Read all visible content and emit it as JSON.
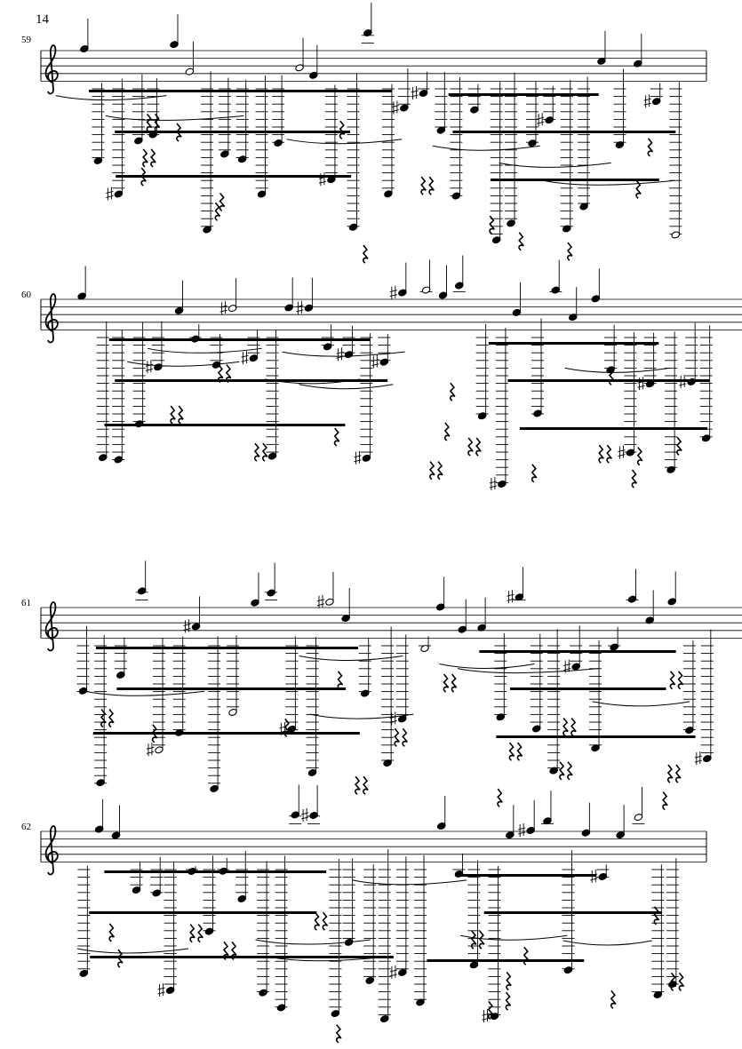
{
  "page": {
    "number": "14"
  },
  "systems": [
    {
      "measure": "59"
    },
    {
      "measure": "60"
    },
    {
      "measure": "61"
    },
    {
      "measure": "62"
    }
  ],
  "notation": {
    "clef_icon": "treble-clef-icon",
    "ink_color": "#000000",
    "paper_color": "#ffffff"
  }
}
